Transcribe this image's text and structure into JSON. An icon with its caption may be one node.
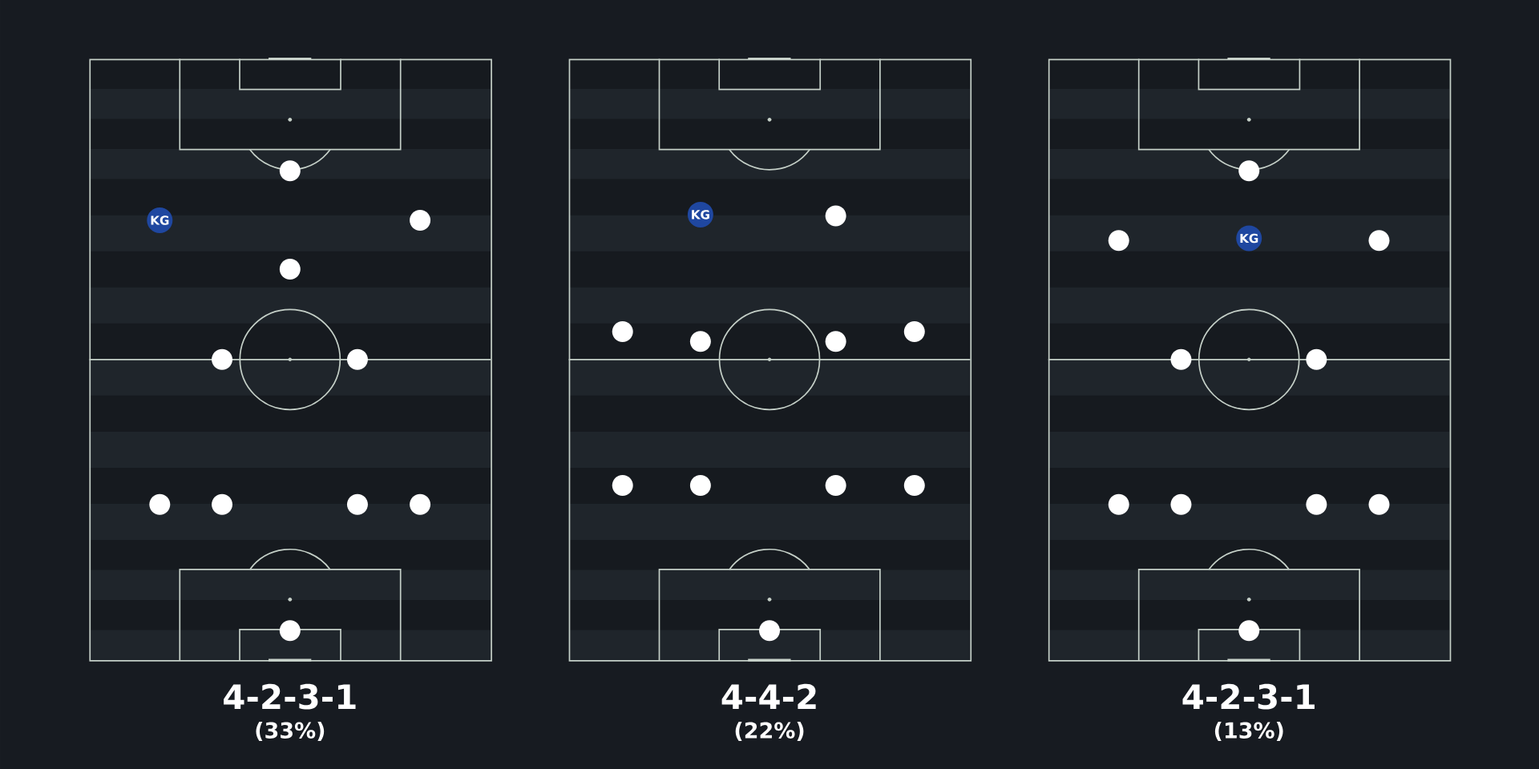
{
  "diagram": {
    "nodes": [
      {
        "text": [],
        "shape": "box",
        "beside": [
          "4-2-3-1",
          "(33%)"
        ]
      },
      {
        "text": [],
        "shape": "circle",
        "in": 0
      },
      {
        "text": [
          "KG"
        ],
        "in": 0
      },
      {
        "text": [],
        "shape": "circle",
        "in": 0
      },
      {
        "text": [],
        "shape": "circle",
        "in": 0
      },
      {
        "text": [],
        "shape": "circle",
        "in": 0
      },
      {
        "text": [],
        "shape": "circle",
        "in": 0
      },
      {
        "text": [],
        "shape": "circle",
        "in": 0
      },
      {
        "text": [],
        "shape": "circle",
        "in": 0
      },
      {
        "text": [],
        "shape": "circle",
        "in": 0
      },
      {
        "text": [],
        "shape": "circle",
        "in": 0
      },
      {
        "text": [],
        "shape": "circle",
        "in": 0
      },
      {
        "text": [],
        "shape": "box",
        "beside": [
          "4-4-2",
          "(22%)"
        ]
      },
      {
        "text": [
          "KG"
        ],
        "in": 12
      },
      {
        "text": [],
        "shape": "circle",
        "in": 12
      },
      {
        "text": [],
        "shape": "circle",
        "in": 12
      },
      {
        "text": [],
        "shape": "circle",
        "in": 12
      },
      {
        "text": [],
        "shape": "circle",
        "in": 12
      },
      {
        "text": [],
        "shape": "circle",
        "in": 12
      },
      {
        "text": [],
        "shape": "circle",
        "in": 12
      },
      {
        "text": [],
        "shape": "circle",
        "in": 12
      },
      {
        "text": [],
        "shape": "circle",
        "in": 12
      },
      {
        "text": [],
        "shape": "circle",
        "in": 12
      },
      {
        "text": [],
        "shape": "circle",
        "in": 12
      },
      {
        "text": [],
        "shape": "box",
        "beside": [
          "4-2-3-1",
          "(13%)"
        ]
      },
      {
        "text": [],
        "shape": "circle",
        "in": 24
      },
      {
        "text": [],
        "shape": "circle",
        "in": 24
      },
      {
        "text": [
          "KG"
        ],
        "in": 24
      },
      {
        "text": [],
        "shape": "circle",
        "in": 24
      },
      {
        "text": [],
        "shape": "circle",
        "in": 24
      },
      {
        "text": [],
        "shape": "circle",
        "in": 24
      },
      {
        "text": [],
        "shape": "circle",
        "in": 24
      },
      {
        "text": [],
        "shape": "circle",
        "in": 24
      },
      {
        "text": [],
        "shape": "circle",
        "in": 24
      },
      {
        "text": [],
        "shape": "circle",
        "in": 24
      },
      {
        "text": [],
        "shape": "circle",
        "in": 24
      }
    ]
  }
}
